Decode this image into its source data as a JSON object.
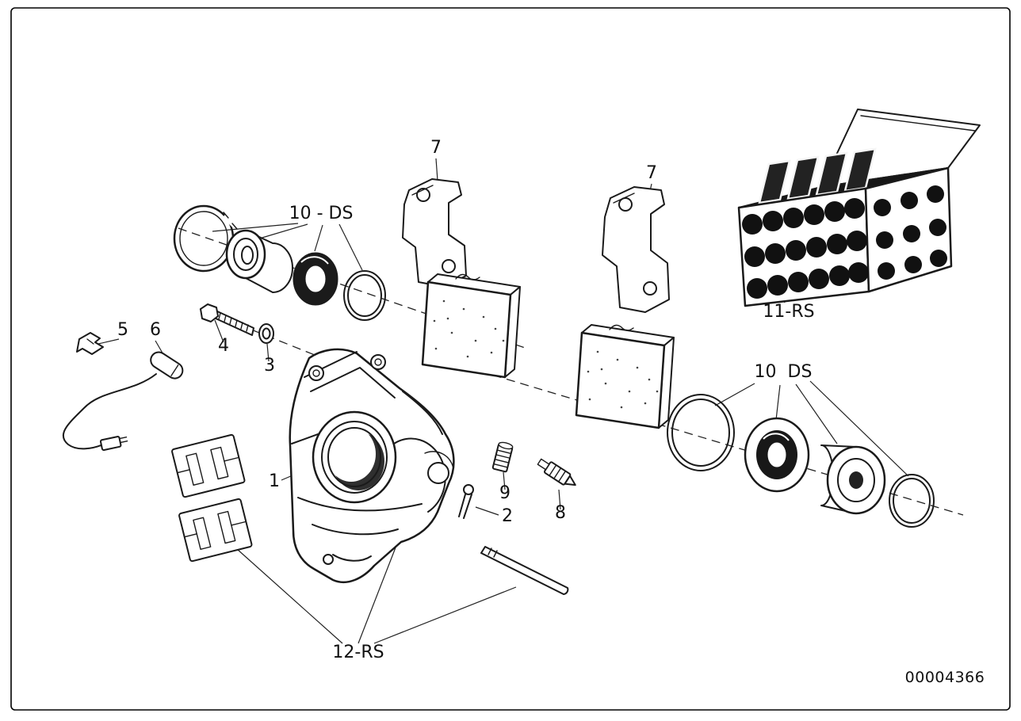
{
  "meta": {
    "doc_number": "00004366"
  },
  "colors": {
    "ink": "#1a1a1a",
    "paper": "#ffffff"
  },
  "labels": {
    "part1": "1",
    "part2": "2",
    "part3": "3",
    "part4": "4",
    "part5": "5",
    "part6": "6",
    "part7_left": "7",
    "part7_right": "7",
    "part8": "8",
    "part9": "9",
    "part10ds_top": "10 - DS",
    "part10ds_right": "10  DS",
    "part11rs": "11-RS",
    "part12rs": "12-RS"
  }
}
